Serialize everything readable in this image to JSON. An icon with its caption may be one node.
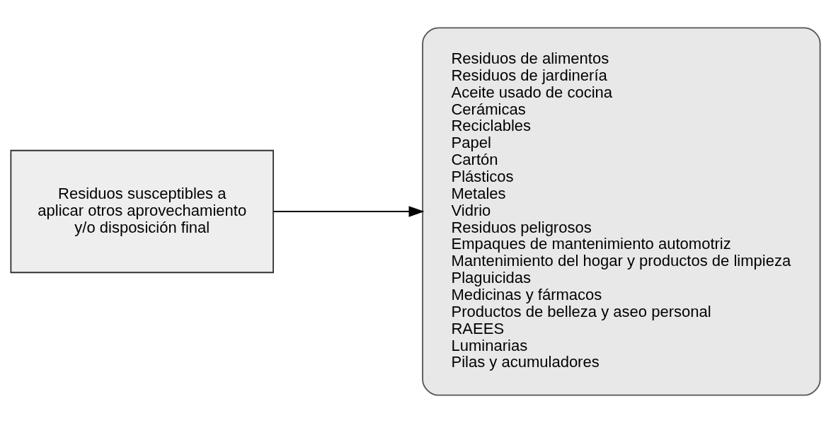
{
  "diagram": {
    "nodes": [
      {
        "text": [
          "Residuos susceptibles a aplicar otros aprovechamiento y/o disposición final"
        ]
      },
      {
        "text": [
          "Residuos de alimentos",
          "Residuos de jardinería",
          "Aceite usado de cocina",
          "Cerámicas",
          "Reciclables",
          "Papel",
          "Cartón",
          "Plásticos",
          "Metales",
          "Vidrio",
          "Residuos peligrosos",
          "Empaques de mantenimiento automotriz",
          "Mantenimiento del hogar y productos de limpieza",
          "Plaguicidas",
          "Medicinas y fármacos",
          "Productos de belleza y aseo personal",
          "RAEES",
          "Luminarias",
          "Pilas y acumuladores"
        ]
      }
    ],
    "edges": [
      {
        "from": 0,
        "to": 1,
        "arrow": "to"
      }
    ]
  }
}
